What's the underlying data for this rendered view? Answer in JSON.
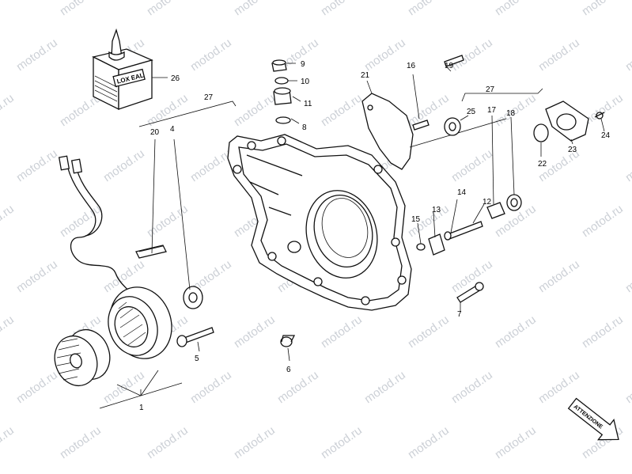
{
  "watermark": "motod.ru",
  "sealant_label": "LOX EAL",
  "direction_label": "ATTENZIONE",
  "parts": [
    {
      "key": "p1",
      "label": "1"
    },
    {
      "key": "p4",
      "label": "4"
    },
    {
      "key": "p5",
      "label": "5"
    },
    {
      "key": "p6",
      "label": "6"
    },
    {
      "key": "p7",
      "label": "7"
    },
    {
      "key": "p8",
      "label": "8"
    },
    {
      "key": "p9",
      "label": "9"
    },
    {
      "key": "p10",
      "label": "10"
    },
    {
      "key": "p11",
      "label": "11"
    },
    {
      "key": "p12",
      "label": "12"
    },
    {
      "key": "p13",
      "label": "13"
    },
    {
      "key": "p14",
      "label": "14"
    },
    {
      "key": "p15",
      "label": "15"
    },
    {
      "key": "p16",
      "label": "16"
    },
    {
      "key": "p17",
      "label": "17"
    },
    {
      "key": "p18",
      "label": "18"
    },
    {
      "key": "p19",
      "label": "19"
    },
    {
      "key": "p20",
      "label": "20"
    },
    {
      "key": "p21",
      "label": "21"
    },
    {
      "key": "p22",
      "label": "22"
    },
    {
      "key": "p23",
      "label": "23"
    },
    {
      "key": "p24",
      "label": "24"
    },
    {
      "key": "p25",
      "label": "25"
    },
    {
      "key": "p26",
      "label": "26"
    },
    {
      "key": "p27a",
      "label": "27"
    },
    {
      "key": "p27b",
      "label": "27"
    }
  ]
}
